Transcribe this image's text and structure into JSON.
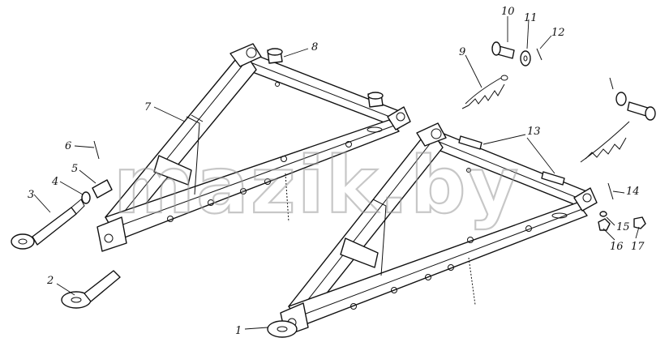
{
  "diagram": {
    "watermark": "mazik.by",
    "callouts": [
      {
        "id": "1",
        "label": "1"
      },
      {
        "id": "2",
        "label": "2"
      },
      {
        "id": "3",
        "label": "3"
      },
      {
        "id": "4",
        "label": "4"
      },
      {
        "id": "5",
        "label": "5"
      },
      {
        "id": "6",
        "label": "6"
      },
      {
        "id": "7",
        "label": "7"
      },
      {
        "id": "8",
        "label": "8"
      },
      {
        "id": "9",
        "label": "9"
      },
      {
        "id": "10",
        "label": "10"
      },
      {
        "id": "11",
        "label": "11"
      },
      {
        "id": "12",
        "label": "12"
      },
      {
        "id": "13",
        "label": "13"
      },
      {
        "id": "14",
        "label": "14"
      },
      {
        "id": "15",
        "label": "15"
      },
      {
        "id": "16",
        "label": "16"
      },
      {
        "id": "17",
        "label": "17"
      }
    ]
  }
}
